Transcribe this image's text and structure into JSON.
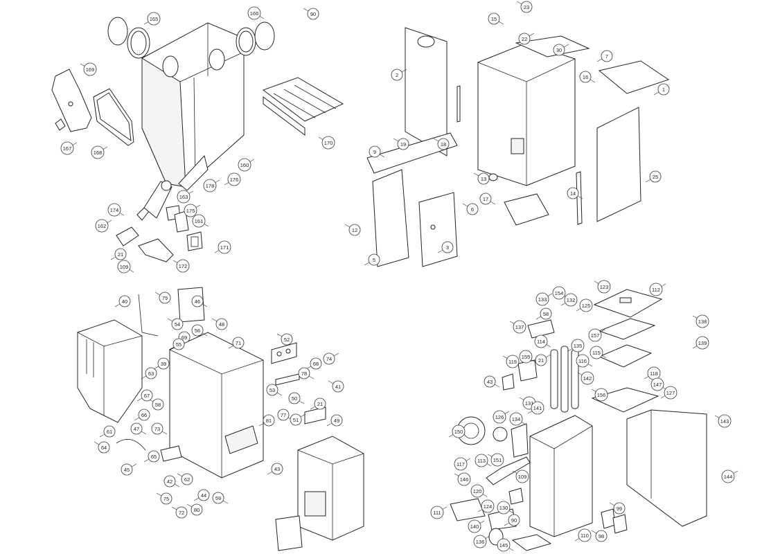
{
  "diagram": {
    "title": "Exploded parts view",
    "groups": {
      "hopper": [
        "165",
        "166",
        "90",
        "169",
        "167",
        "168",
        "160",
        "170",
        "178",
        "176",
        "163",
        "174",
        "175",
        "161",
        "162",
        "171",
        "21",
        "172",
        "109"
      ],
      "casing": [
        "23",
        "15",
        "22",
        "30",
        "7",
        "16",
        "2",
        "1",
        "9",
        "19",
        "18",
        "13",
        "17",
        "14",
        "25",
        "6",
        "12",
        "5",
        "3"
      ],
      "frame": [
        "40",
        "79",
        "46",
        "54",
        "69",
        "56",
        "48",
        "71",
        "52",
        "55",
        "39",
        "63",
        "67",
        "58",
        "78",
        "68",
        "74",
        "41",
        "53",
        "21",
        "50",
        "66",
        "51",
        "49",
        "81",
        "77",
        "61",
        "47",
        "73",
        "64",
        "45",
        "43",
        "65",
        "42",
        "62",
        "44",
        "59",
        "75",
        "72",
        "80"
      ],
      "boiler": [
        "123",
        "112",
        "133",
        "154",
        "132",
        "125",
        "58",
        "137",
        "157",
        "138",
        "114",
        "135",
        "115",
        "116",
        "139",
        "119",
        "155",
        "21",
        "142",
        "118",
        "147",
        "43",
        "131",
        "156",
        "127",
        "141",
        "126",
        "134",
        "150",
        "143",
        "117",
        "113",
        "151",
        "146",
        "109",
        "144",
        "120",
        "124",
        "130",
        "90",
        "99",
        "111",
        "140",
        "110",
        "98",
        "136",
        "145"
      ]
    },
    "colors": {
      "line": "#222222",
      "background": "#ffffff"
    }
  }
}
